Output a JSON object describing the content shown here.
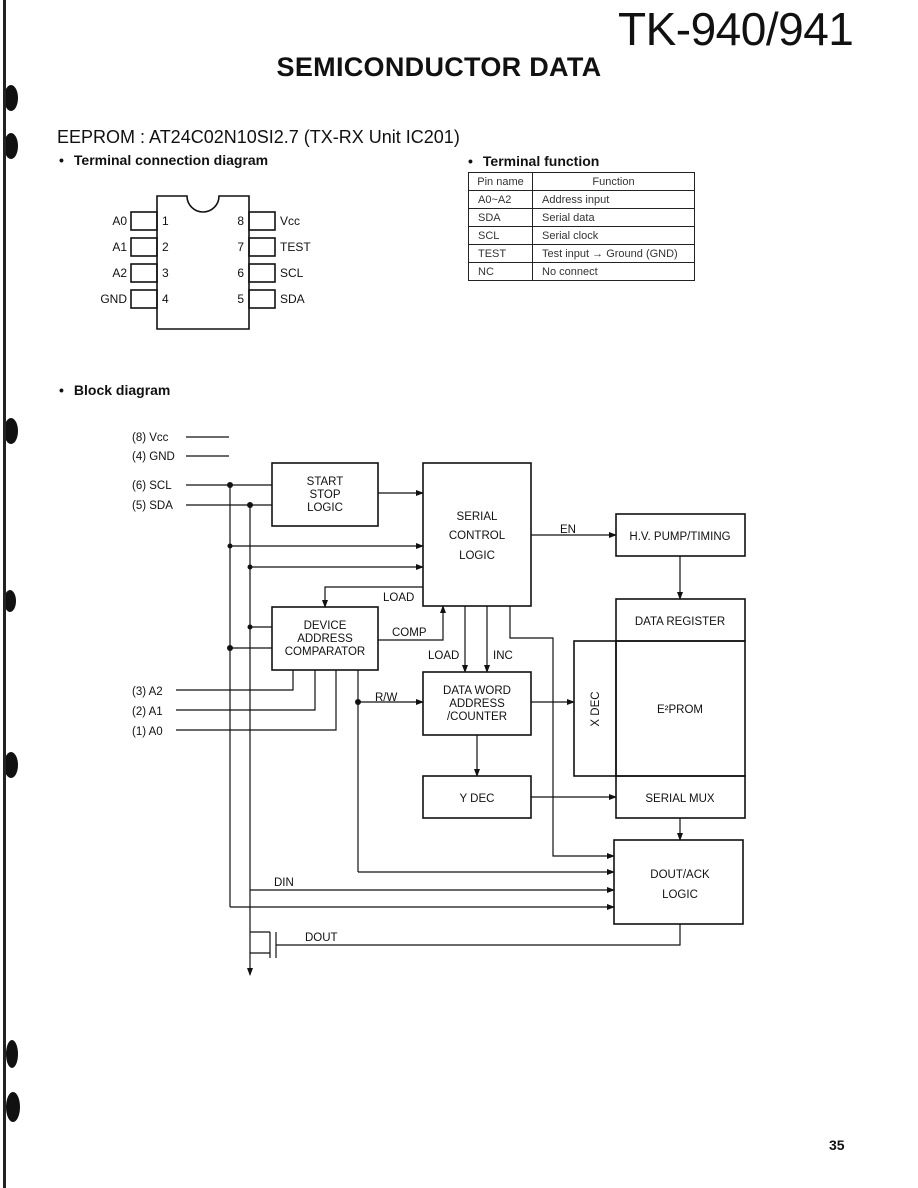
{
  "header": {
    "model": "TK-940/941",
    "title": "SEMICONDUCTOR DATA"
  },
  "device": {
    "heading": "EEPROM : AT24C02N10SI2.7 (TX-RX Unit IC201)"
  },
  "terminal_connection": {
    "label": "Terminal connection diagram",
    "left_pins": [
      {
        "name": "A0",
        "num": "1"
      },
      {
        "name": "A1",
        "num": "2"
      },
      {
        "name": "A2",
        "num": "3"
      },
      {
        "name": "GND",
        "num": "4"
      }
    ],
    "right_pins": [
      {
        "name": "Vcc",
        "num": "8"
      },
      {
        "name": "TEST",
        "num": "7"
      },
      {
        "name": "SCL",
        "num": "6"
      },
      {
        "name": "SDA",
        "num": "5"
      }
    ]
  },
  "terminal_function": {
    "label": "Terminal function",
    "headers": [
      "Pin name",
      "Function"
    ],
    "rows": [
      [
        "A0~A2",
        "Address input"
      ],
      [
        "SDA",
        "Serial data"
      ],
      [
        "SCL",
        "Serial clock"
      ],
      [
        "TEST",
        "Test input → Ground (GND)"
      ],
      [
        "NC",
        "No connect"
      ]
    ]
  },
  "block_diagram": {
    "label": "Block diagram",
    "inputs": [
      "(8) Vcc",
      "(4) GND",
      "(6) SCL",
      "(5) SDA",
      "(3) A2",
      "(2) A1",
      "(1) A0"
    ],
    "blocks": {
      "start_stop": [
        "START",
        "STOP",
        "LOGIC"
      ],
      "serial_control": [
        "SERIAL",
        "CONTROL",
        "LOGIC"
      ],
      "hv_pump": "H.V. PUMP/TIMING",
      "device_address": [
        "DEVICE",
        "ADDRESS",
        "COMPARATOR"
      ],
      "data_register": "DATA REGISTER",
      "data_word": [
        "DATA WORD",
        "ADDRESS",
        "/COUNTER"
      ],
      "x_dec": "X DEC",
      "eeprom": "E²PROM",
      "y_dec": "Y DEC",
      "serial_mux": "SERIAL MUX",
      "dout_ack": [
        "DOUT/ACK",
        "LOGIC"
      ]
    },
    "signals": {
      "en": "EN",
      "load1": "LOAD",
      "comp": "COMP",
      "load2": "LOAD",
      "inc": "INC",
      "rw": "R/W",
      "din": "DIN",
      "dout": "DOUT"
    }
  },
  "footer": {
    "page_number": "35"
  }
}
